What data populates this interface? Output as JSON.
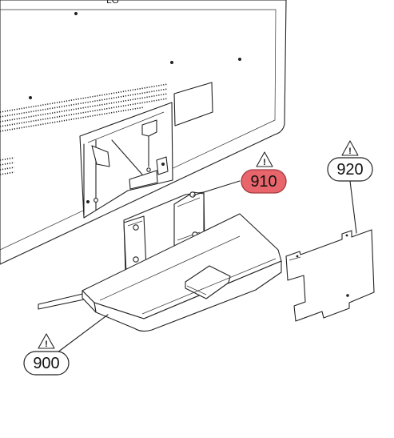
{
  "callouts": [
    {
      "id": "900",
      "label": "900",
      "highlighted": false,
      "warning": true
    },
    {
      "id": "910",
      "label": "910",
      "highlighted": true,
      "warning": true
    },
    {
      "id": "920",
      "label": "920",
      "highlighted": false,
      "warning": true
    }
  ],
  "warning_symbol": "!",
  "tv_logo": "LG",
  "colors": {
    "line": "#222222",
    "highlight_fill": "#e8666b",
    "highlight_stroke": "#a33a40",
    "background": "#ffffff"
  },
  "icons": [
    "warning-triangle-icon"
  ]
}
